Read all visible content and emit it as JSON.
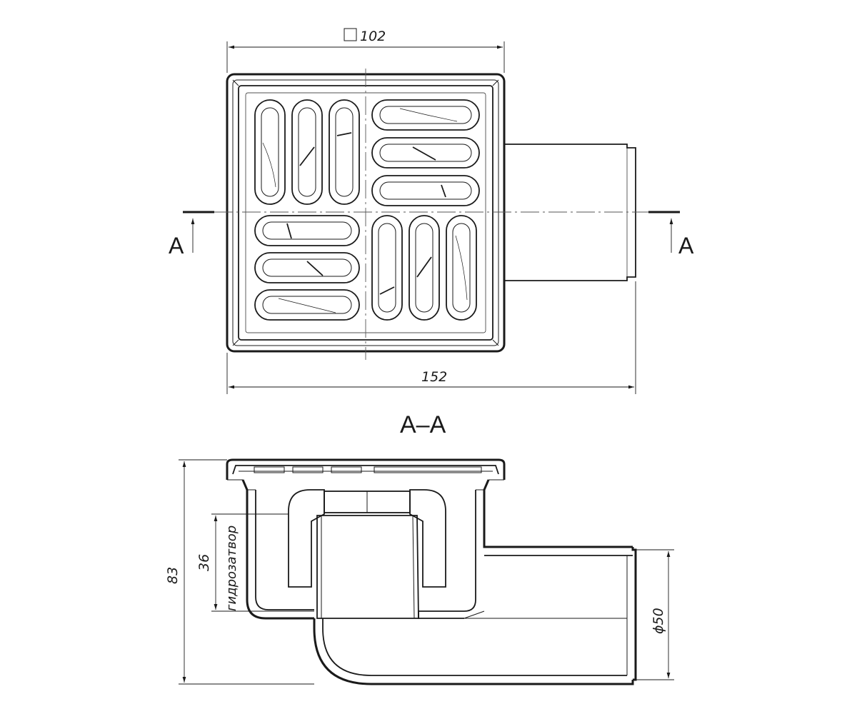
{
  "plan_view": {
    "width_label": "102",
    "length_label": "152",
    "section_mark_left": "A",
    "section_mark_right": "A"
  },
  "section_view": {
    "title": "A–A",
    "height_label": "83",
    "seal_height_label": "36",
    "seal_label": "гидрозатвор",
    "pipe_diameter_label": "ϕ50"
  },
  "colors": {
    "stroke": "#1a1a1a",
    "background": "#ffffff"
  }
}
